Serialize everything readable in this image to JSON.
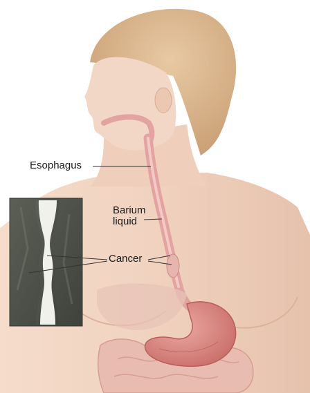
{
  "labels": {
    "esophagus": "Esophagus",
    "barium_line1": "Barium",
    "barium_line2": "liquid",
    "cancer": "Cancer"
  },
  "colors": {
    "skin": "#f0d2bf",
    "skin_shadow": "#e2b9a3",
    "hair": "#d9b58c",
    "esophagus": "#e3a3a0",
    "stomach": "#d9837f",
    "intestine": "#e6b3a7",
    "xray_dark": "#4e5149",
    "xray_light": "#f3f3ee",
    "leader": "#333333"
  }
}
